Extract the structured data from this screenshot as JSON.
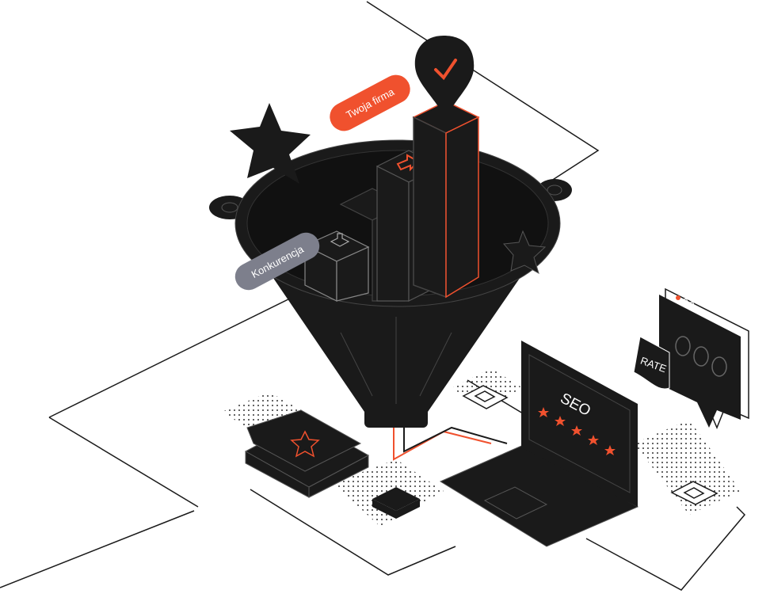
{
  "labels": {
    "your_company": "Twoja firma",
    "competition": "Konkurencja",
    "laptop_screen": "SEO",
    "rate_tag": "RATE"
  },
  "colors": {
    "accent": "#f0512e",
    "dark": "#1a1a1a",
    "gray_pill": "#7d7f8c",
    "line": "#1a1a1a"
  },
  "laptop_rating_stars": 5
}
